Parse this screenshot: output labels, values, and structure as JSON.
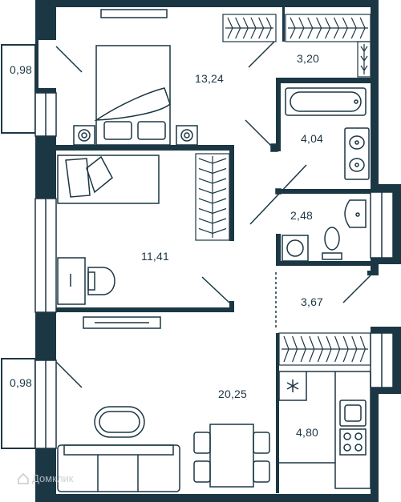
{
  "plan": {
    "colors": {
      "wall": "#1c3744",
      "line": "#1c3744",
      "fill": "#ffffff",
      "watermark": "#c3cbd0"
    },
    "rooms": [
      {
        "id": "bedroom",
        "area": "13,24"
      },
      {
        "id": "wardrobe",
        "area": "3,20"
      },
      {
        "id": "balcony-top",
        "area": "0,98"
      },
      {
        "id": "bathroom",
        "area": "4,04"
      },
      {
        "id": "toilet",
        "area": "2,48"
      },
      {
        "id": "kids-room",
        "area": "11,41"
      },
      {
        "id": "hallway",
        "area": "3,67"
      },
      {
        "id": "balcony-bottom",
        "area": "0,98"
      },
      {
        "id": "living-room",
        "area": "20,25"
      },
      {
        "id": "kitchen",
        "area": "4,80"
      }
    ],
    "watermark": "Домклик"
  }
}
